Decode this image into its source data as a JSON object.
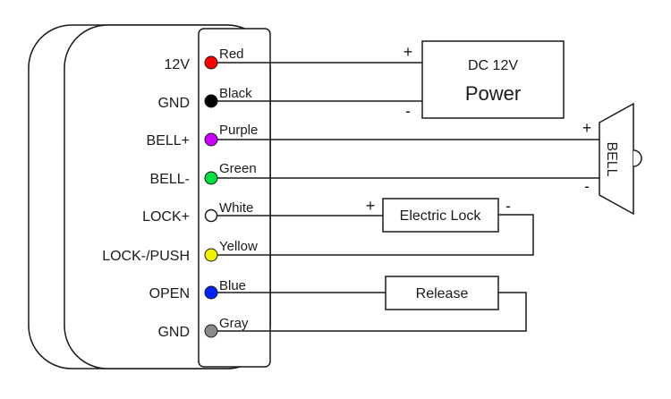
{
  "pins": [
    {
      "label": "12V",
      "wire": "Red",
      "color": "#ff0000"
    },
    {
      "label": "GND",
      "wire": "Black",
      "color": "#000000"
    },
    {
      "label": "BELL+",
      "wire": "Purple",
      "color": "#cc00ff"
    },
    {
      "label": "BELL-",
      "wire": "Green",
      "color": "#00e040"
    },
    {
      "label": "LOCK+",
      "wire": "White",
      "color": "#ffffff"
    },
    {
      "label": "LOCK-/PUSH",
      "wire": "Yellow",
      "color": "#f0f000"
    },
    {
      "label": "OPEN",
      "wire": "Blue",
      "color": "#0022ff"
    },
    {
      "label": "GND",
      "wire": "Gray",
      "color": "#8a8a8a"
    }
  ],
  "power": {
    "line1": "DC 12V",
    "line2": "Power",
    "plus": "+",
    "minus": "-"
  },
  "bell": {
    "label": "BELL",
    "plus": "+",
    "minus": "-"
  },
  "lock": {
    "label": "Electric Lock",
    "plus": "+",
    "minus": "-"
  },
  "release": {
    "label": "Release"
  }
}
